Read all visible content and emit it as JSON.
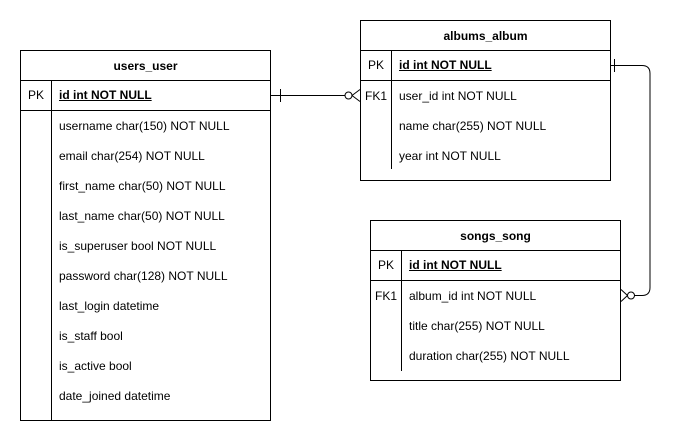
{
  "entities": {
    "users_user": {
      "title": "users_user",
      "pk": {
        "key": "PK",
        "field": "id int NOT NULL"
      },
      "fields": [
        {
          "key": "",
          "field": "username char(150) NOT NULL"
        },
        {
          "key": "",
          "field": "email char(254) NOT NULL"
        },
        {
          "key": "",
          "field": "first_name char(50) NOT NULL"
        },
        {
          "key": "",
          "field": "last_name char(50) NOT NULL"
        },
        {
          "key": "",
          "field": "is_superuser bool NOT NULL"
        },
        {
          "key": "",
          "field": "password char(128) NOT NULL"
        },
        {
          "key": "",
          "field": "last_login datetime"
        },
        {
          "key": "",
          "field": "is_staff bool"
        },
        {
          "key": "",
          "field": "is_active bool"
        },
        {
          "key": "",
          "field": "date_joined datetime"
        }
      ]
    },
    "albums_album": {
      "title": "albums_album",
      "pk": {
        "key": "PK",
        "field": "id int NOT NULL"
      },
      "fields": [
        {
          "key": "FK1",
          "field": "user_id int NOT NULL"
        },
        {
          "key": "",
          "field": "name char(255) NOT NULL"
        },
        {
          "key": "",
          "field": "year int NOT NULL"
        }
      ]
    },
    "songs_song": {
      "title": "songs_song",
      "pk": {
        "key": "PK",
        "field": "id int NOT NULL"
      },
      "fields": [
        {
          "key": "FK1",
          "field": "album_id int NOT NULL"
        },
        {
          "key": "",
          "field": "title char(255) NOT NULL"
        },
        {
          "key": "",
          "field": "duration char(255) NOT NULL"
        }
      ]
    }
  },
  "relationships": [
    {
      "from": "users_user.id",
      "to": "albums_album.user_id",
      "from_end": "one",
      "to_end": "zero-or-many"
    },
    {
      "from": "albums_album.id",
      "to": "songs_song.album_id",
      "from_end": "one",
      "to_end": "zero-or-many"
    }
  ],
  "colors": {
    "line": "#000000",
    "background": "#ffffff"
  }
}
